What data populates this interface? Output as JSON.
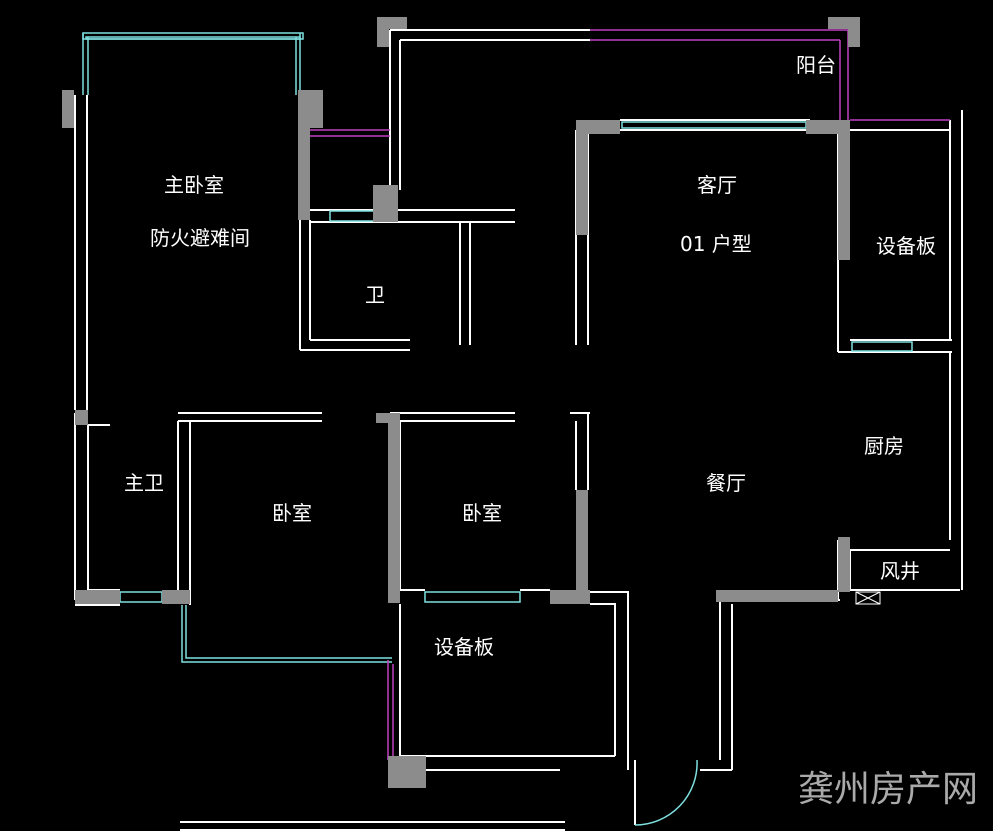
{
  "rooms": {
    "master_bedroom": "主卧室",
    "fire_refuge": "防火避难间",
    "bathroom": "卫",
    "living_room": "客厅",
    "unit_type": "01 户型",
    "equipment_platform_right": "设备板",
    "balcony": "阳台",
    "kitchen": "厨房",
    "master_bath": "主卫",
    "bedroom_left": "卧室",
    "bedroom_middle": "卧室",
    "dining_room": "餐厅",
    "air_shaft": "风井",
    "equipment_platform_bottom": "设备板"
  },
  "watermark": "龚州房产网",
  "colors": {
    "background": "#000000",
    "wall": "#ffffff",
    "column": "#8c8c8c",
    "window": "#7fe0e0",
    "balcony_line": "#c040c0",
    "label": "#ffffff"
  }
}
